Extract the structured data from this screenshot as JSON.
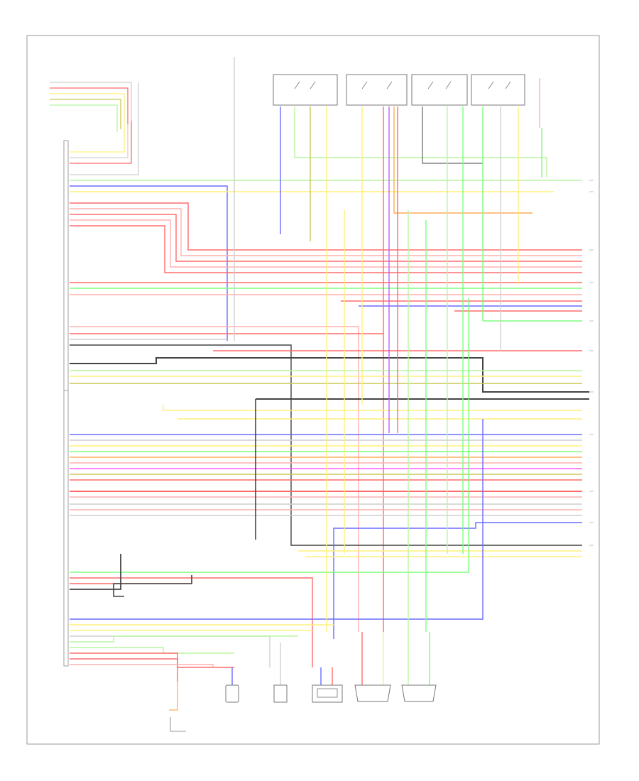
{
  "diagram": {
    "footer_code": "",
    "colors": {
      "red": "#ff6b6b",
      "pink": "#ffb0b0",
      "green": "#7dff7d",
      "lightgreen": "#b8f5a0",
      "yellow": "#fff07a",
      "blue": "#6b6bff",
      "violet": "#c060ff",
      "orange": "#ffab5c",
      "black": "#444444",
      "gray": "#b8b8b8",
      "magenta": "#ff5cff",
      "olive": "#c8c85a"
    },
    "components": [
      {
        "id": "top-relay-1",
        "icon": "relay-switch-icon"
      },
      {
        "id": "top-relay-2",
        "icon": "relay-switch-icon"
      },
      {
        "id": "top-relay-3",
        "icon": "relay-switch-icon"
      },
      {
        "id": "top-relay-4",
        "icon": "relay-switch-icon"
      },
      {
        "id": "bottom-sensor-1",
        "icon": "connector-icon"
      },
      {
        "id": "bottom-sensor-2",
        "icon": "connector-icon"
      },
      {
        "id": "bottom-sensor-3",
        "icon": "sensor-icon"
      },
      {
        "id": "bottom-sensor-4",
        "icon": "sensor-icon"
      },
      {
        "id": "bottom-sensor-5",
        "icon": "sensor-icon"
      }
    ]
  }
}
